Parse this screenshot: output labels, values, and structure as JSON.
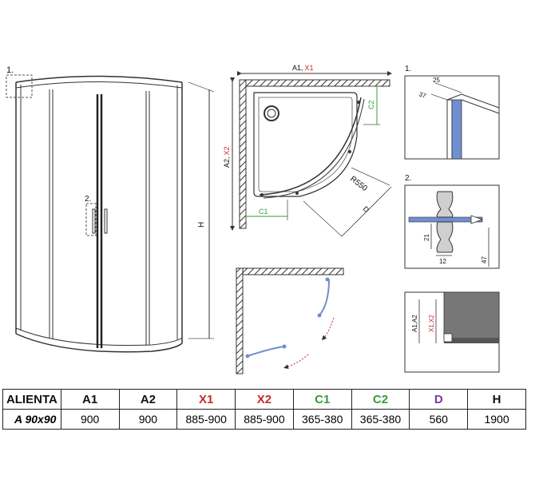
{
  "colors": {
    "line": "#333333",
    "red": "#c8282d",
    "green": "#3a9a3a",
    "purple": "#7a3a96",
    "black": "#111111",
    "blue_glass": "#6f8fd0"
  },
  "labels": {
    "detail1_marker": "1.",
    "detail2_marker": "2.",
    "height": "H",
    "top_width_a1": "A1,",
    "top_width_x1": "X1",
    "side_a2": "A2,",
    "side_x2": "X2",
    "c1": "C1",
    "c2": "C2",
    "radius": "R550",
    "diag": "D",
    "detail1_title": "1.",
    "detail1_dim_a": "37",
    "detail1_dim_b": "25",
    "detail2_title": "2.",
    "detail2_dim_a": "21",
    "detail2_dim_b": "12",
    "detail2_dim_c": "47",
    "detail3_a": "A1,A2",
    "detail3_x": "X1,X2"
  },
  "table": {
    "headers": [
      {
        "text": "ALIENTA",
        "color": "#111111"
      },
      {
        "text": "A1",
        "color": "#111111"
      },
      {
        "text": "A2",
        "color": "#111111"
      },
      {
        "text": "X1",
        "color": "#c8282d"
      },
      {
        "text": "X2",
        "color": "#c8282d"
      },
      {
        "text": "C1",
        "color": "#3a9a3a"
      },
      {
        "text": "C2",
        "color": "#3a9a3a"
      },
      {
        "text": "D",
        "color": "#7a3a96"
      },
      {
        "text": "H",
        "color": "#111111"
      }
    ],
    "row": [
      "A 90x90",
      "900",
      "900",
      "885-900",
      "885-900",
      "365-380",
      "365-380",
      "560",
      "1900"
    ]
  }
}
